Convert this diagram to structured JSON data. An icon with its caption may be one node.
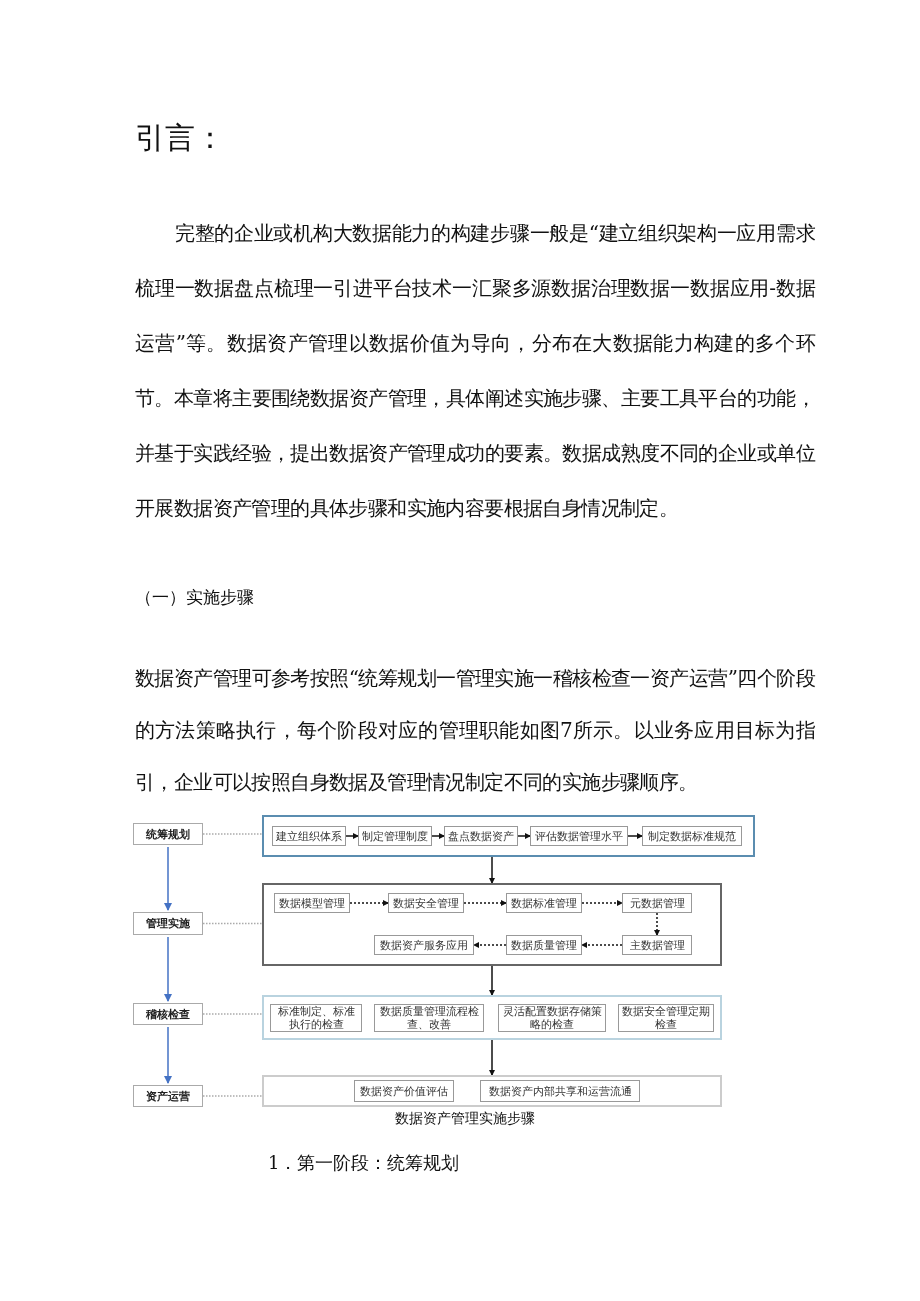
{
  "diagram": {
    "title": "引言：",
    "caption": "数据资产管理实施步骤",
    "nodes": [
      {
        "text": [
          "统筹规划"
        ]
      },
      {
        "text": [
          "管理实施"
        ]
      },
      {
        "text": [
          "稽核检查"
        ]
      },
      {
        "text": [
          "资产运营"
        ]
      },
      {
        "text": [],
        "shape": "box"
      },
      {
        "text": [
          "建立组织体系"
        ],
        "in": 4
      },
      {
        "text": [
          "制定管理制度"
        ],
        "in": 4
      },
      {
        "text": [
          "盘点数据资产"
        ],
        "in": 4
      },
      {
        "text": [
          "评估数据管理水平"
        ],
        "in": 4
      },
      {
        "text": [
          "制定数据标准规范"
        ],
        "in": 4
      },
      {
        "text": [],
        "shape": "box"
      },
      {
        "text": [
          "数据模型管理"
        ],
        "in": 10
      },
      {
        "text": [
          "数据安全管理"
        ],
        "in": 10
      },
      {
        "text": [
          "数据标准管理"
        ],
        "in": 10
      },
      {
        "text": [
          "元数据管理"
        ],
        "in": 10
      },
      {
        "text": [
          "主数据管理"
        ],
        "in": 10
      },
      {
        "text": [
          "数据质量管理"
        ],
        "in": 10
      },
      {
        "text": [
          "数据资产服务应用"
        ],
        "in": 10
      },
      {
        "text": [],
        "shape": "box"
      },
      {
        "text": [
          "标准制定、标准执行的检查"
        ],
        "in": 18
      },
      {
        "text": [
          "数据质量管理流程检查、改善"
        ],
        "in": 18
      },
      {
        "text": [
          "灵活配置数据存储策略的检查"
        ],
        "in": 18
      },
      {
        "text": [
          "数据安全管理定期检查"
        ],
        "in": 18
      },
      {
        "text": [],
        "shape": "box"
      },
      {
        "text": [
          "数据资产价值评估"
        ],
        "in": 23
      },
      {
        "text": [
          "数据资产内部共享和运营流通"
        ],
        "in": 23
      }
    ],
    "edges": [
      {
        "from": 0,
        "to": 1,
        "arrow": "to",
        "color": "#4472c4"
      },
      {
        "from": 1,
        "to": 2,
        "arrow": "to",
        "color": "#4472c4"
      },
      {
        "from": 2,
        "to": 3,
        "arrow": "to",
        "color": "#4472c4"
      },
      {
        "from": 0,
        "to": 4,
        "arrow": "none",
        "style": "dashed",
        "color": "#aaaaaa"
      },
      {
        "from": 1,
        "to": 10,
        "arrow": "none",
        "style": "dashed",
        "color": "#aaaaaa"
      },
      {
        "from": 2,
        "to": 18,
        "arrow": "none",
        "style": "dashed",
        "color": "#aaaaaa"
      },
      {
        "from": 3,
        "to": 23,
        "arrow": "none",
        "style": "dashed",
        "color": "#aaaaaa"
      },
      {
        "from": 5,
        "to": 6,
        "arrow": "to"
      },
      {
        "from": 6,
        "to": 7,
        "arrow": "to"
      },
      {
        "from": 7,
        "to": 8,
        "arrow": "to"
      },
      {
        "from": 8,
        "to": 9,
        "arrow": "to"
      },
      {
        "from": 4,
        "to": 10,
        "arrow": "to"
      },
      {
        "from": 11,
        "to": 12,
        "arrow": "to",
        "style": "dashed"
      },
      {
        "from": 12,
        "to": 13,
        "arrow": "to",
        "style": "dashed"
      },
      {
        "from": 13,
        "to": 14,
        "arrow": "to",
        "style": "dashed"
      },
      {
        "from": 14,
        "to": 15,
        "arrow": "to",
        "style": "dashed"
      },
      {
        "from": 15,
        "to": 16,
        "arrow": "to",
        "style": "dashed"
      },
      {
        "from": 16,
        "to": 17,
        "arrow": "to",
        "style": "dashed"
      },
      {
        "from": 10,
        "to": 18,
        "arrow": "to"
      },
      {
        "from": 18,
        "to": 23,
        "arrow": "to"
      }
    ],
    "labels": [
      "完整的企业或机构大数据能力的构建步骤一般是“建立组织架构一应用需求梳理一数据盘点梳理一引进平台技术一汇聚多源数据治理数据一数据应用-数据运营”等。数据资产管理以数据价值为导向，分布在大数据能力构建的多个环节。本章将主要围绕数据资产管理，具体阐述实施步骤、主要工具平台的功能，并基于实践经验，提出数据资产管理成功的要素。数据成熟度不同的企业或单位开展数据资产管理的具体步骤和实施内容要根据自身情况制定。",
      "（一）实施步骤",
      "数据资产管理可参考按照“统筹规划一管理实施一稽核检查一资产运营”四个阶段的方法策略执行，每个阶段对应的管理职能如图7所示。以业务应用目标为指引，企业可以按照自身数据及管理情况制定不同的实施步骤顺序。",
      "1．第一阶段：统筹规划"
    ]
  }
}
